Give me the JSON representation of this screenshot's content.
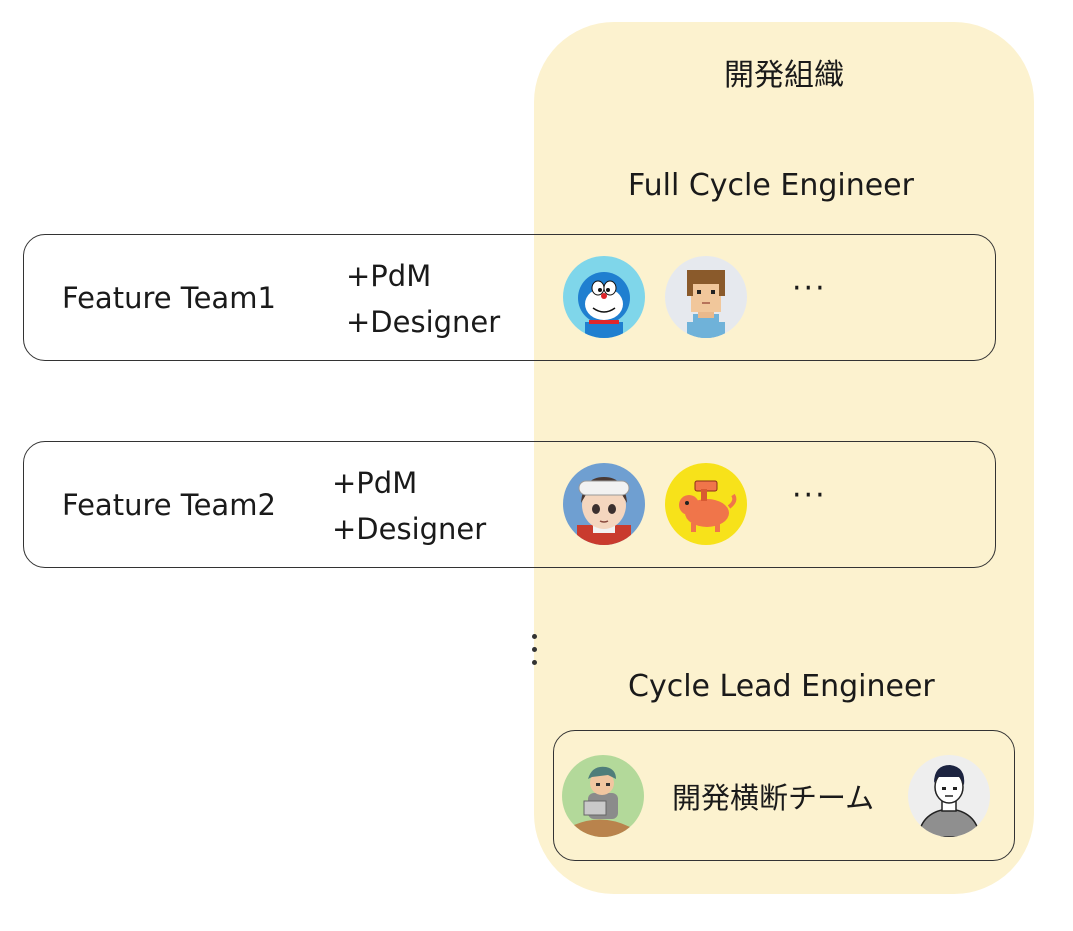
{
  "org": {
    "title": "開発組織",
    "full_cycle_label": "Full Cycle Engineer",
    "cycle_lead_label": "Cycle Lead Engineer"
  },
  "teams": [
    {
      "name": "Feature Team1",
      "role1": "+PdM",
      "role2": "+Designer",
      "more": "···",
      "avatars": [
        "blue-robot-cat-avatar",
        "pixel-boy-avatar"
      ]
    },
    {
      "name": "Feature Team2",
      "role1": "+PdM",
      "role2": "+Designer",
      "more": "···",
      "avatars": [
        "vr-headset-avatar",
        "orange-chainsaw-dog-avatar"
      ]
    }
  ],
  "cross_team": {
    "label": "開発横断チーム",
    "avatars": [
      "laptop-person-avatar",
      "sketch-person-avatar"
    ]
  },
  "colors": {
    "org_background": "#fcf2cf",
    "border": "#333333"
  }
}
